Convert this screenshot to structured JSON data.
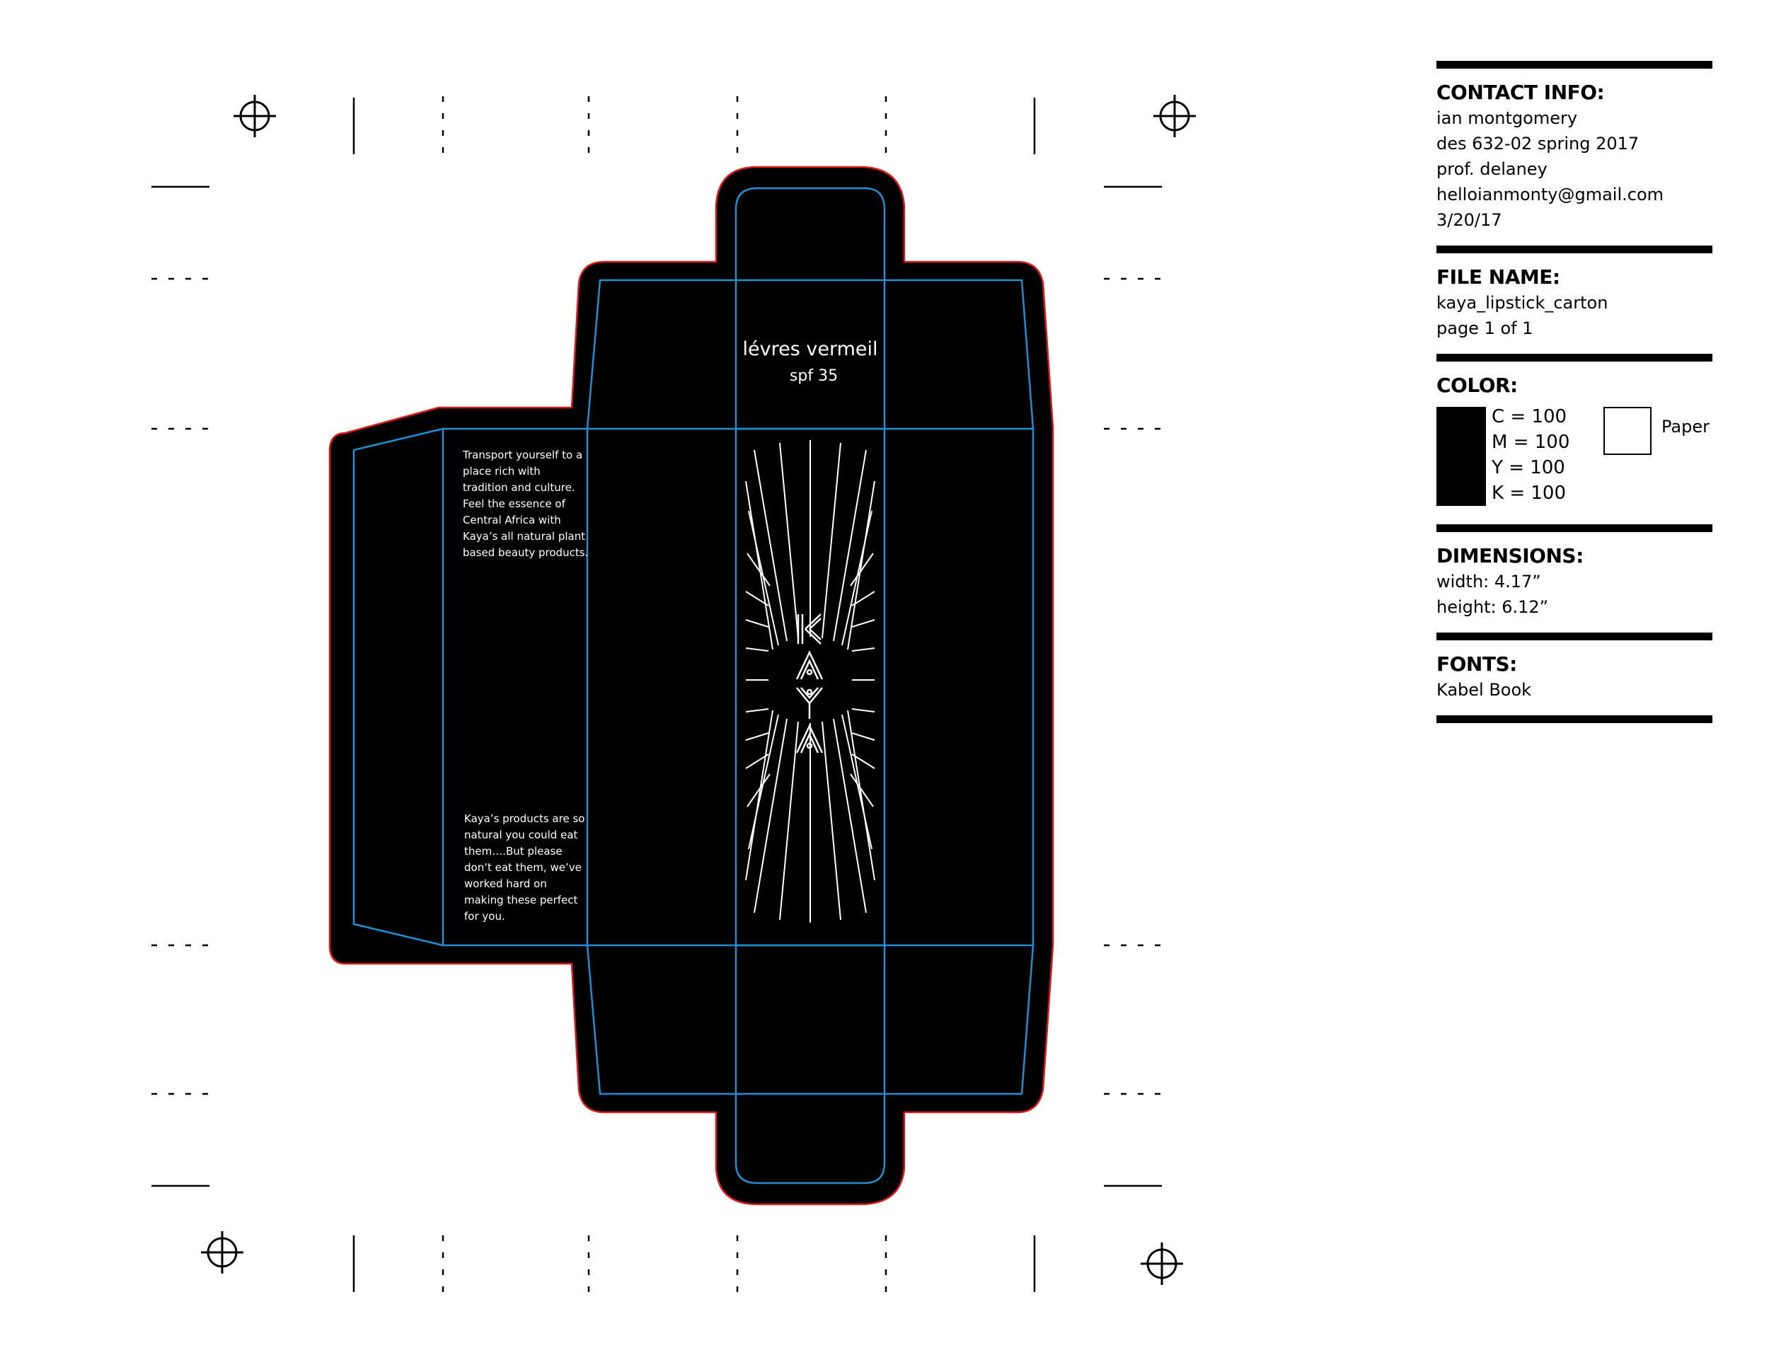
{
  "carton": {
    "front": {
      "product_name": "lévres vermeil",
      "spf": "spf 35",
      "brand_letters": [
        "K",
        "A",
        "Y",
        "A"
      ]
    },
    "side_panel": {
      "intro_lines": [
        "Transport yourself to a",
        "place rich with",
        "tradition and culture.",
        "Feel the essence of",
        "Central Africa with",
        "Kaya’s all natural plant",
        "based beauty products."
      ],
      "outro_lines": [
        "Kaya’s products are so",
        "natural you could eat",
        "them….But please",
        "don’t eat them, we’ve",
        "worked hard on",
        "making these perfect",
        "for you."
      ]
    },
    "colors": {
      "fill": "#000000",
      "fold_line": "#1f8fd1",
      "cut_line": "#d81b1b",
      "ink": "#ffffff"
    }
  },
  "info": {
    "contact": {
      "heading": "CONTACT INFO:",
      "lines": [
        "ian montgomery",
        "des 632-02 spring 2017",
        "prof. delaney",
        "helloianmonty@gmail.com",
        "3/20/17"
      ]
    },
    "file": {
      "heading": "FILE NAME:",
      "lines": [
        "kaya_lipstick_carton",
        "page 1 of 1"
      ]
    },
    "color": {
      "heading": "COLOR:",
      "cmyk": [
        "C = 100",
        "M = 100",
        "Y = 100",
        "K = 100"
      ],
      "paper_label": "Paper"
    },
    "dimensions": {
      "heading": "DIMENSIONS:",
      "lines": [
        "width: 4.17”",
        "height: 6.12”"
      ]
    },
    "fonts": {
      "heading": "FONTS:",
      "lines": [
        "Kabel Book"
      ]
    }
  }
}
